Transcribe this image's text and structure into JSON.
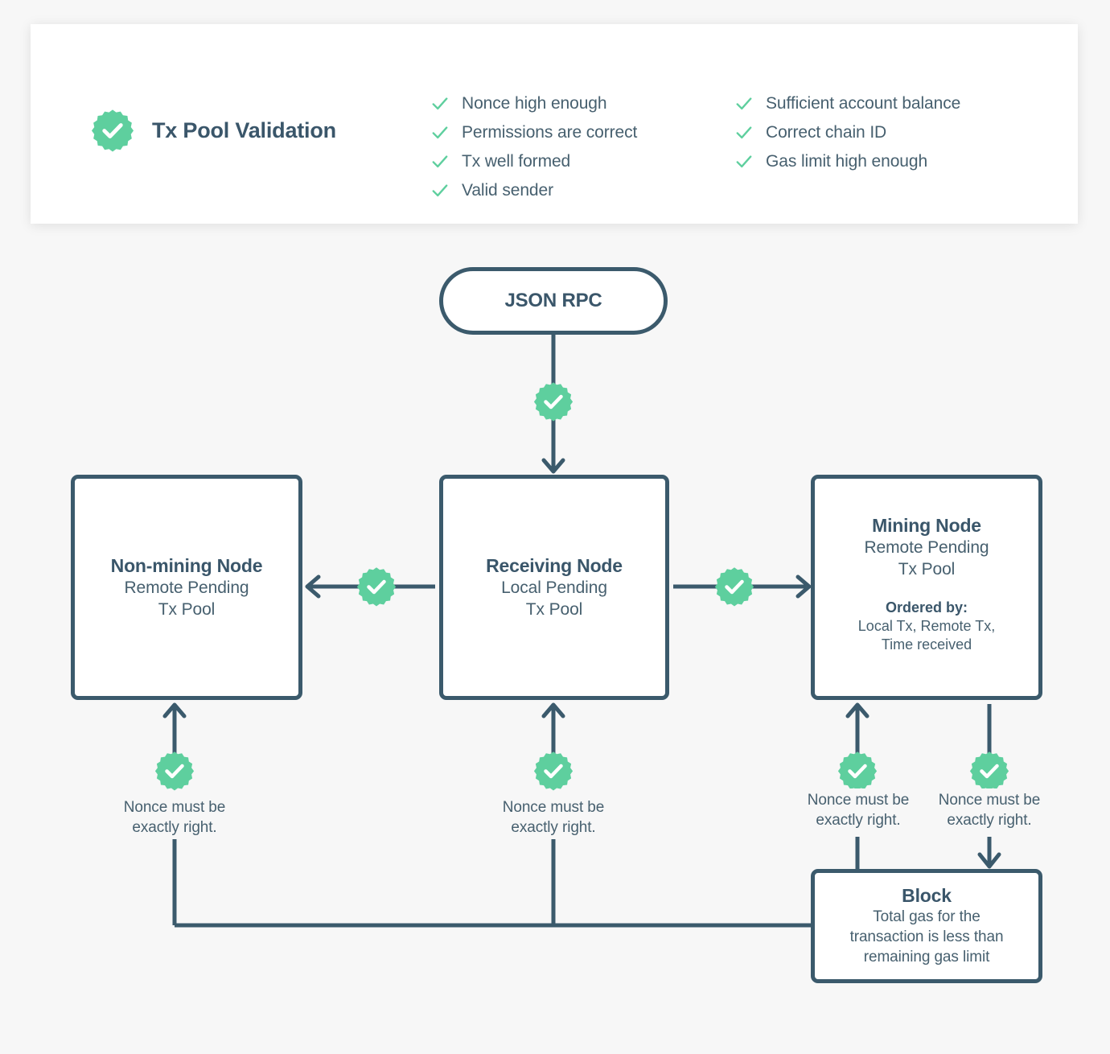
{
  "page": {
    "background_color": "#f7f7f7",
    "accent_green": "#5ecf9e",
    "ink_navy": "#3b5a6c",
    "text_slate": "#47606f"
  },
  "header": {
    "title": "Tx Pool Validation",
    "badge_icon": "check-badge-icon",
    "checklist_columns": [
      {
        "items": [
          "Nonce high enough",
          "Permissions are correct",
          "Tx well formed",
          "Valid sender"
        ]
      },
      {
        "items": [
          "Sufficient account balance",
          "Correct chain ID",
          "Gas limit high enough"
        ]
      }
    ]
  },
  "diagram": {
    "nodes": {
      "json_rpc": {
        "title": "JSON RPC"
      },
      "non_mining": {
        "title": "Non-mining Node",
        "subtitle": "Remote Pending\nTx Pool"
      },
      "receiving": {
        "title": "Receiving Node",
        "subtitle": "Local Pending\nTx Pool"
      },
      "mining": {
        "title": "Mining Node",
        "subtitle": "Remote Pending\nTx Pool",
        "ordered_by_heading": "Ordered by:",
        "ordered_by_body": "Local Tx, Remote Tx,\nTime received"
      },
      "block": {
        "title": "Block",
        "subtitle": "Total gas for the\ntransaction is less than\nremaining gas limit"
      }
    },
    "annotations": {
      "nonce_left": "Nonce must be\nexactly right.",
      "nonce_center": "Nonce must be\nexactly right.",
      "nonce_mining": "Nonce must be\nexactly right.",
      "nonce_block": "Nonce must be\nexactly right."
    },
    "wire_badges": [
      "validation-badge-jsonrpc-to-receiving",
      "validation-badge-receiving-to-nonmining",
      "validation-badge-receiving-to-mining",
      "validation-badge-nonmining-return",
      "validation-badge-receiving-return",
      "validation-badge-mining-return",
      "validation-badge-mining-to-block"
    ]
  }
}
